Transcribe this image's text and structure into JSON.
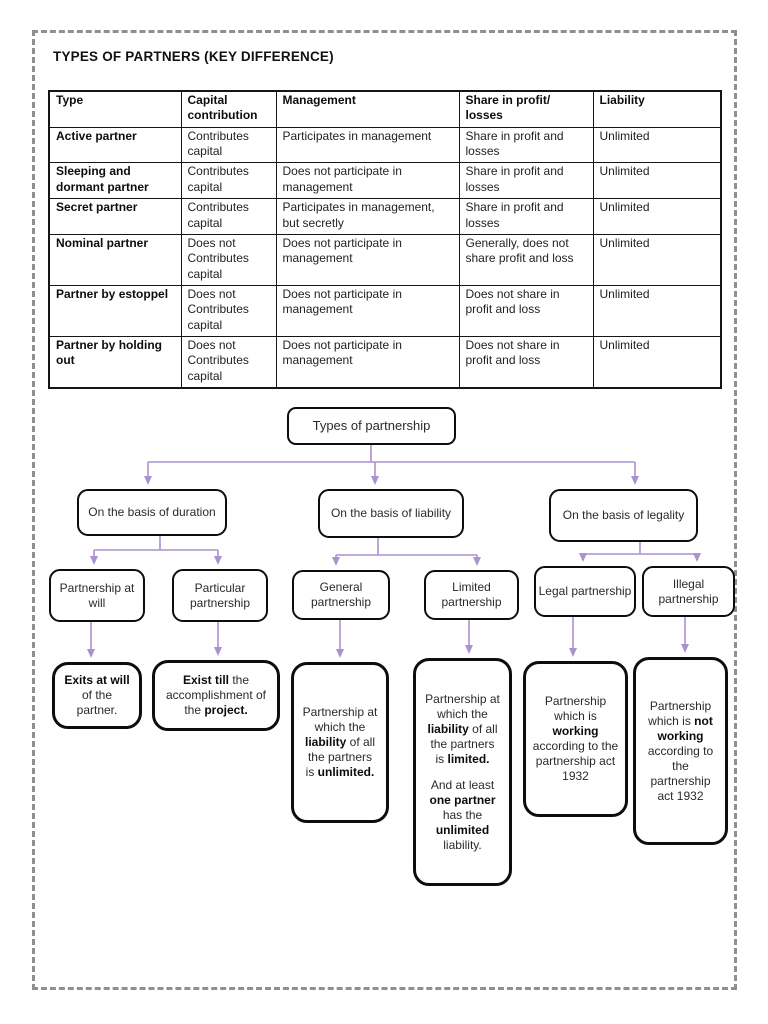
{
  "page": {
    "title": "TYPES OF PARTNERS (KEY DIFFERENCE)"
  },
  "table": {
    "headers": [
      "Type",
      "Capital contribution",
      "Management",
      "Share in profit/ losses",
      "Liability"
    ],
    "rows": [
      [
        "Active partner",
        "Contributes capital",
        "Participates in management",
        "Share in profit and losses",
        "Unlimited"
      ],
      [
        "Sleeping and dormant partner",
        "Contributes capital",
        "Does not participate in management",
        "Share in profit and losses",
        "Unlimited"
      ],
      [
        "Secret partner",
        "Contributes capital",
        "Participates in management, but secretly",
        "Share in profit and losses",
        "Unlimited"
      ],
      [
        "Nominal partner",
        "Does not Contributes capital",
        "Does not participate in management",
        "Generally, does not share profit and loss",
        "Unlimited"
      ],
      [
        "Partner by estoppel",
        "Does not Contributes capital",
        "Does not participate in management",
        "Does not share in profit and loss",
        "Unlimited"
      ],
      [
        "Partner by holding out",
        "Does not Contributes capital",
        "Does not participate in management",
        "Does not share in profit and loss",
        "Unlimited"
      ]
    ]
  },
  "flowchart": {
    "root": "Types of partnership",
    "level2": {
      "duration": "On the basis of duration",
      "liability": "On the basis of liability",
      "legality": "On the basis of legality"
    },
    "level3": {
      "at_will": "Partnership at will",
      "particular": "Particular partnership",
      "general": "General partnership",
      "limited": "Limited partnership",
      "legal": "Legal partnership",
      "illegal": "Illegal partnership"
    },
    "leaves": {
      "at_will": {
        "paras": [
          [
            {
              "t": "Exits at will",
              "b": true
            },
            {
              "t": " of the partner.",
              "b": false
            }
          ]
        ]
      },
      "particular": {
        "paras": [
          [
            {
              "t": "Exist till",
              "b": true
            },
            {
              "t": " the accomplishment of the ",
              "b": false
            },
            {
              "t": "project.",
              "b": true
            }
          ]
        ]
      },
      "general": {
        "paras": [
          [
            {
              "t": "Partnership at which the ",
              "b": false
            },
            {
              "t": "liability",
              "b": true
            },
            {
              "t": " of all the partners is ",
              "b": false
            },
            {
              "t": "unlimited.",
              "b": true
            }
          ]
        ]
      },
      "limited": {
        "paras": [
          [
            {
              "t": "Partnership at which the ",
              "b": false
            },
            {
              "t": "liability",
              "b": true
            },
            {
              "t": " of all the partners is ",
              "b": false
            },
            {
              "t": "limited.",
              "b": true
            }
          ],
          [
            {
              "t": "And at least ",
              "b": false
            },
            {
              "t": "one partner",
              "b": true
            },
            {
              "t": " has the ",
              "b": false
            },
            {
              "t": "unlimited",
              "b": true
            },
            {
              "t": " liability.",
              "b": false
            }
          ]
        ]
      },
      "legal": {
        "paras": [
          [
            {
              "t": "Partnership which is ",
              "b": false
            },
            {
              "t": "working",
              "b": true
            },
            {
              "t": " according to the partnership act 1932",
              "b": false
            }
          ]
        ]
      },
      "illegal": {
        "paras": [
          [
            {
              "t": "Partnership which is ",
              "b": false
            },
            {
              "t": "not working",
              "b": true
            },
            {
              "t": " according to the partnership act 1932",
              "b": false
            }
          ]
        ]
      }
    }
  },
  "colors": {
    "arrow": "#ab91cf",
    "box_border": "#0d0d0d",
    "page_border": "#8f8f8f"
  }
}
